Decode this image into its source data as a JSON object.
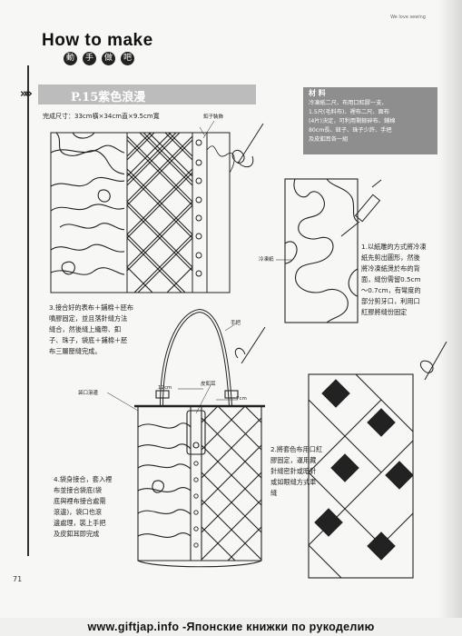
{
  "header": {
    "title": "How to make",
    "subtitle_chars": [
      "動",
      "手",
      "做",
      "吧"
    ],
    "brand": "We love sewing"
  },
  "project": {
    "chevrons": "»»",
    "title": "P.15紫色浪漫",
    "size": "完成尺寸：33cm橫×34cm直×9.5cm寬"
  },
  "materials": {
    "heading": "材  料",
    "lines": [
      "冷凍紙二尺、布用口紅膠一支、",
      "1.5尺(毛料布)、裡布二尺、面布",
      "(4片)決定，可利用剩餘碎布、鋪棉",
      "80cm長、鈕子、珠子少許、手把",
      "及皮釦耳各一組"
    ]
  },
  "labels": {
    "button_label": "釦子裝飾",
    "freezer_paper": "冷凍紙",
    "handle": "手把",
    "pocket_edge": "袋口滾邊",
    "leather_tab": "皮釦耳",
    "dim_12": "12cm",
    "dim_7": "7cm"
  },
  "steps": {
    "step1": [
      "1.以紙雕的方式將冷凍",
      "紙先剪出圖形，然後",
      "將冷凍紙燙於布的背",
      "面，縫份需留0.5cm",
      "～0.7cm，有彎度的",
      "部分剪牙口，利用口",
      "紅膠將縫份固定"
    ],
    "step2": [
      "2.將套色布用口紅",
      "膠固定，運用藏",
      "針縫密針或暗針",
      "或如眼縫方式車",
      "縫"
    ],
    "step3": [
      "3.接合好的表布＋鋪棉＋胚布",
      "噴膠固定，並且落針縫方法",
      "縫合，然後縫上織帶、釦",
      "子、珠子，袋底＋鋪棉＋胚",
      "布三層壓縫完成。"
    ],
    "step4": [
      "4.袋身接合，套入裡",
      "布並接合袋底(袋",
      "底與裡布接合處需",
      "滾邊)，袋口也滾",
      "邊處理，裝上手把",
      "及皮釦耳即完成"
    ]
  },
  "page_number": "71",
  "footer": "www.giftjap.info -Японские книжки по рукоделию"
}
